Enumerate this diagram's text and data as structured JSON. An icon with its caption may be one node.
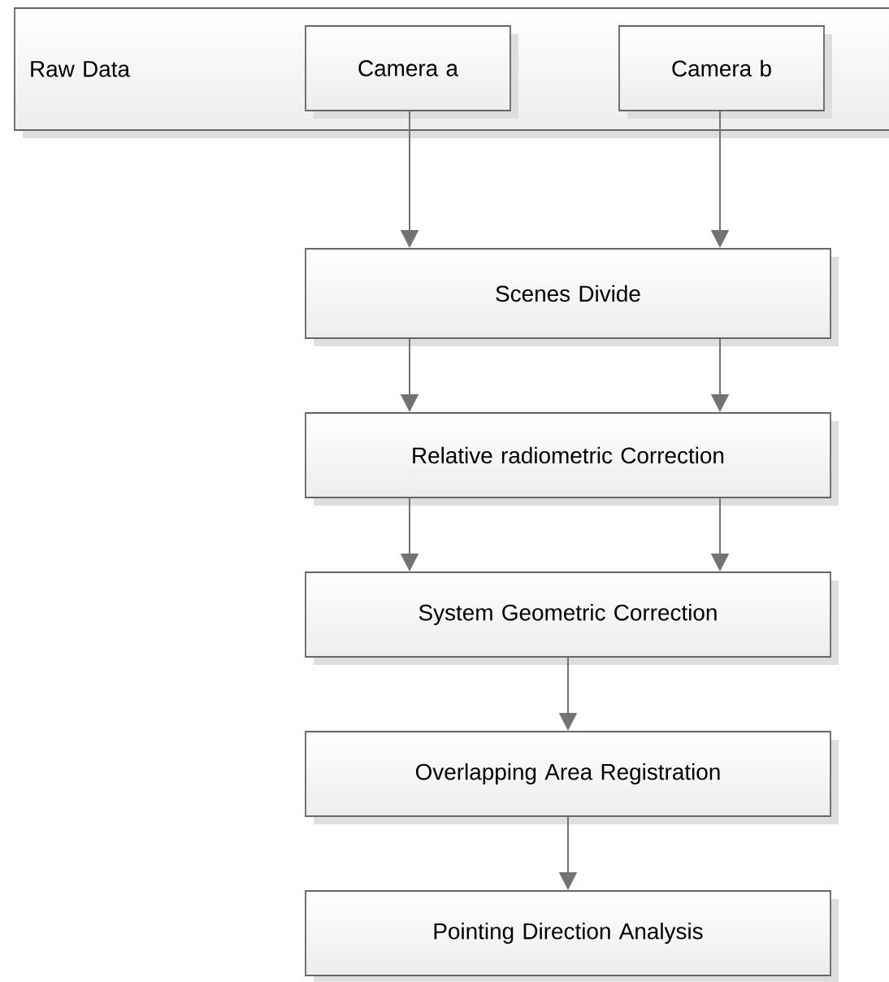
{
  "diagram": {
    "nodes": [
      {
        "text": [
          "Raw Data"
        ]
      },
      {
        "text": [
          "Camera a"
        ],
        "in": 0
      },
      {
        "text": [
          "Camera b"
        ],
        "in": 0
      },
      {
        "text": [
          "Scenes Divide"
        ]
      },
      {
        "text": [
          "Relative radiometric Correction"
        ]
      },
      {
        "text": [
          "System Geometric Correction"
        ]
      },
      {
        "text": [
          "Overlapping Area Registration"
        ]
      },
      {
        "text": [
          "Pointing Direction Analysis"
        ]
      }
    ],
    "edges": [
      {
        "from": 1,
        "to": 3,
        "arrow": "to"
      },
      {
        "from": 2,
        "to": 3,
        "arrow": "to"
      },
      {
        "from": 3,
        "to": 4,
        "arrow": "to"
      },
      {
        "from": 3,
        "to": 4,
        "arrow": "to"
      },
      {
        "from": 4,
        "to": 5,
        "arrow": "to"
      },
      {
        "from": 4,
        "to": 5,
        "arrow": "to"
      },
      {
        "from": 5,
        "to": 6,
        "arrow": "to"
      },
      {
        "from": 6,
        "to": 7,
        "arrow": "to"
      }
    ]
  }
}
